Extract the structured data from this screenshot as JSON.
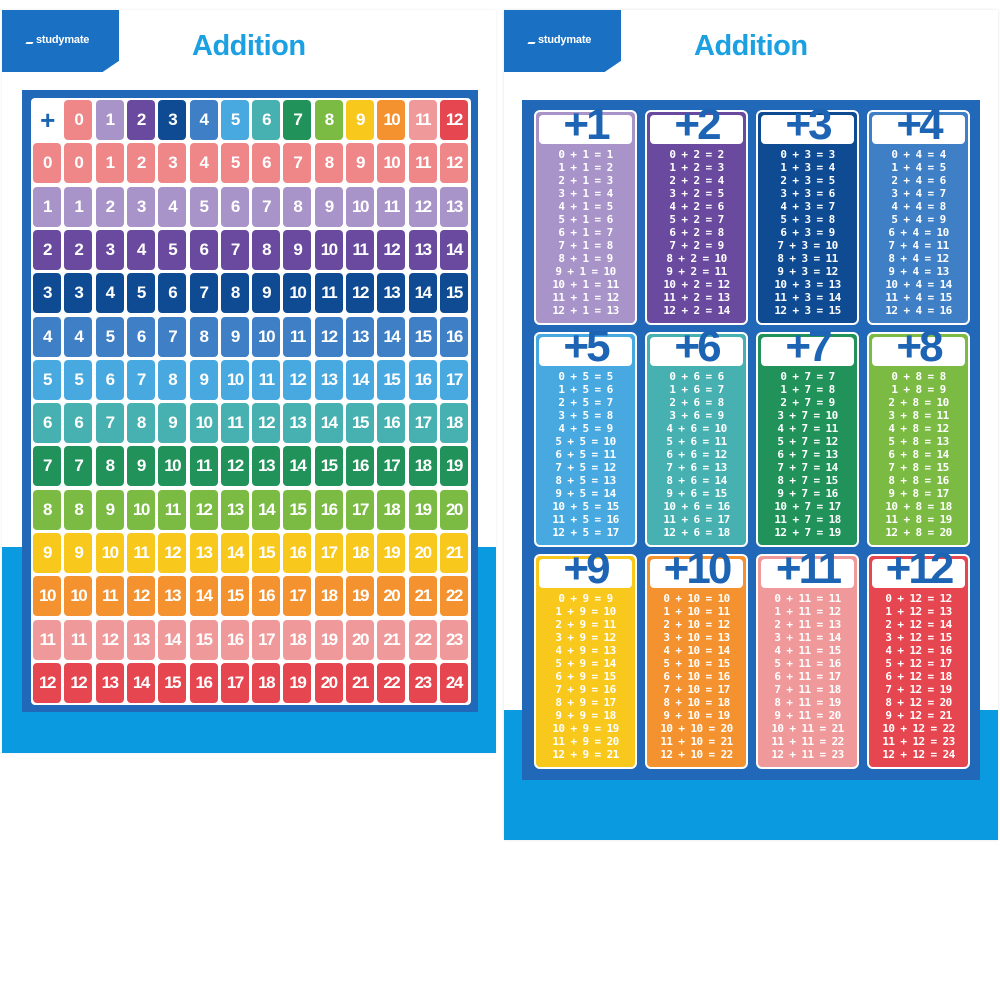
{
  "colors": [
    "#ef8789",
    "#a894c9",
    "#6a4a9f",
    "#0f4b93",
    "#3e7fc5",
    "#48a9e1",
    "#47b0b1",
    "#21935a",
    "#7bbb44",
    "#f8c81d",
    "#f3922e",
    "#ef999b",
    "#e5464f"
  ],
  "back_poster": {
    "brand": "studymate",
    "title": "Addition",
    "grid": {
      "corner": "+",
      "column_headers": [
        "0",
        "1",
        "2",
        "3",
        "4",
        "5",
        "6",
        "7",
        "8",
        "9",
        "10",
        "11",
        "12"
      ],
      "rows": [
        [
          "0",
          "0",
          "1",
          "2",
          "3",
          "4",
          "5",
          "6",
          "7",
          "8",
          "9",
          "10",
          "11",
          "12"
        ],
        [
          "1",
          "1",
          "2",
          "3",
          "4",
          "5",
          "6",
          "7",
          "8",
          "9",
          "10",
          "11",
          "12",
          "13"
        ],
        [
          "2",
          "2",
          "3",
          "4",
          "5",
          "6",
          "7",
          "8",
          "9",
          "10",
          "11",
          "12",
          "13",
          "14"
        ],
        [
          "3",
          "3",
          "4",
          "5",
          "6",
          "7",
          "8",
          "9",
          "10",
          "11",
          "12",
          "13",
          "14",
          "15"
        ],
        [
          "4",
          "4",
          "5",
          "6",
          "7",
          "8",
          "9",
          "10",
          "11",
          "12",
          "13",
          "14",
          "15",
          "16"
        ],
        [
          "5",
          "5",
          "6",
          "7",
          "8",
          "9",
          "10",
          "11",
          "12",
          "13",
          "14",
          "15",
          "16",
          "17"
        ],
        [
          "6",
          "6",
          "7",
          "8",
          "9",
          "10",
          "11",
          "12",
          "13",
          "14",
          "15",
          "16",
          "17",
          "18"
        ],
        [
          "7",
          "7",
          "8",
          "9",
          "10",
          "11",
          "12",
          "13",
          "14",
          "15",
          "16",
          "17",
          "18",
          "19"
        ],
        [
          "8",
          "8",
          "9",
          "10",
          "11",
          "12",
          "13",
          "14",
          "15",
          "16",
          "17",
          "18",
          "19",
          "20"
        ],
        [
          "9",
          "9",
          "10",
          "11",
          "12",
          "13",
          "14",
          "15",
          "16",
          "17",
          "18",
          "19",
          "20",
          "21"
        ],
        [
          "10",
          "10",
          "11",
          "12",
          "13",
          "14",
          "15",
          "16",
          "17",
          "18",
          "19",
          "20",
          "21",
          "22"
        ],
        [
          "11",
          "11",
          "12",
          "13",
          "14",
          "15",
          "16",
          "17",
          "18",
          "19",
          "20",
          "21",
          "22",
          "23"
        ],
        [
          "12",
          "12",
          "13",
          "14",
          "15",
          "16",
          "17",
          "18",
          "19",
          "20",
          "21",
          "22",
          "23",
          "24"
        ]
      ]
    }
  },
  "front_poster": {
    "brand": "studymate",
    "title": "Addition",
    "cards": [
      {
        "heading": "+1",
        "lines": [
          "0 + 1 = 1",
          "1 + 1 = 2",
          "2 + 1 = 3",
          "3 + 1 = 4",
          "4 + 1 = 5",
          "5 + 1 = 6",
          "6 + 1 = 7",
          "7 + 1 = 8",
          "8 + 1 = 9",
          "9 + 1 = 10",
          "10 + 1 = 11",
          "11 + 1 = 12",
          "12 + 1 = 13"
        ]
      },
      {
        "heading": "+2",
        "lines": [
          "0 + 2 = 2",
          "1 + 2 = 3",
          "2 + 2 = 4",
          "3 + 2 = 5",
          "4 + 2 = 6",
          "5 + 2 = 7",
          "6 + 2 = 8",
          "7 + 2 = 9",
          "8 + 2 = 10",
          "9 + 2 = 11",
          "10 + 2 = 12",
          "11 + 2 = 13",
          "12 + 2 = 14"
        ]
      },
      {
        "heading": "+3",
        "lines": [
          "0 + 3 = 3",
          "1 + 3 = 4",
          "2 + 3 = 5",
          "3 + 3 = 6",
          "4 + 3 = 7",
          "5 + 3 = 8",
          "6 + 3 = 9",
          "7 + 3 = 10",
          "8 + 3 = 11",
          "9 + 3 = 12",
          "10 + 3 = 13",
          "11 + 3 = 14",
          "12 + 3 = 15"
        ]
      },
      {
        "heading": "+4",
        "lines": [
          "0 + 4 = 4",
          "1 + 4 = 5",
          "2 + 4 = 6",
          "3 + 4 = 7",
          "4 + 4 = 8",
          "5 + 4 = 9",
          "6 + 4 = 10",
          "7 + 4 = 11",
          "8 + 4 = 12",
          "9 + 4 = 13",
          "10 + 4 = 14",
          "11 + 4 = 15",
          "12 + 4 = 16"
        ]
      },
      {
        "heading": "+5",
        "lines": [
          "0 + 5 = 5",
          "1 + 5 = 6",
          "2 + 5 = 7",
          "3 + 5 = 8",
          "4 + 5 = 9",
          "5 + 5 = 10",
          "6 + 5 = 11",
          "7 + 5 = 12",
          "8 + 5 = 13",
          "9 + 5 = 14",
          "10 + 5 = 15",
          "11 + 5 = 16",
          "12 + 5 = 17"
        ]
      },
      {
        "heading": "+6",
        "lines": [
          "0 + 6 = 6",
          "1 + 6 = 7",
          "2 + 6 = 8",
          "3 + 6 = 9",
          "4 + 6 = 10",
          "5 + 6 = 11",
          "6 + 6 = 12",
          "7 + 6 = 13",
          "8 + 6 = 14",
          "9 + 6 = 15",
          "10 + 6 = 16",
          "11 + 6 = 17",
          "12 + 6 = 18"
        ]
      },
      {
        "heading": "+7",
        "lines": [
          "0 + 7 = 7",
          "1 + 7 = 8",
          "2 + 7 = 9",
          "3 + 7 = 10",
          "4 + 7 = 11",
          "5 + 7 = 12",
          "6 + 7 = 13",
          "7 + 7 = 14",
          "8 + 7 = 15",
          "9 + 7 = 16",
          "10 + 7 = 17",
          "11 + 7 = 18",
          "12 + 7 = 19"
        ]
      },
      {
        "heading": "+8",
        "lines": [
          "0 + 8 = 8",
          "1 + 8 = 9",
          "2 + 8 = 10",
          "3 + 8 = 11",
          "4 + 8 = 12",
          "5 + 8 = 13",
          "6 + 8 = 14",
          "7 + 8 = 15",
          "8 + 8 = 16",
          "9 + 8 = 17",
          "10 + 8 = 18",
          "11 + 8 = 19",
          "12 + 8 = 20"
        ]
      },
      {
        "heading": "+9",
        "lines": [
          "0 + 9 = 9",
          "1 + 9 = 10",
          "2 + 9 = 11",
          "3 + 9 = 12",
          "4 + 9 = 13",
          "5 + 9 = 14",
          "6 + 9 = 15",
          "7 + 9 = 16",
          "8 + 9 = 17",
          "9 + 9 = 18",
          "10 + 9 = 19",
          "11 + 9 = 20",
          "12 + 9 = 21"
        ]
      },
      {
        "heading": "+10",
        "lines": [
          "0 + 10 = 10",
          "1 + 10 = 11",
          "2 + 10 = 12",
          "3 + 10 = 13",
          "4 + 10 = 14",
          "5 + 10 = 15",
          "6 + 10 = 16",
          "7 + 10 = 17",
          "8 + 10 = 18",
          "9 + 10 = 19",
          "10 + 10 = 20",
          "11 + 10 = 21",
          "12 + 10 = 22"
        ]
      },
      {
        "heading": "+11",
        "lines": [
          "0 + 11 = 11",
          "1 + 11 = 12",
          "2 + 11 = 13",
          "3 + 11 = 14",
          "4 + 11 = 15",
          "5 + 11 = 16",
          "6 + 11 = 17",
          "7 + 11 = 18",
          "8 + 11 = 19",
          "9 + 11 = 20",
          "10 + 11 = 21",
          "11 + 11 = 22",
          "12 + 11 = 23"
        ]
      },
      {
        "heading": "+12",
        "lines": [
          "0 + 12 = 12",
          "1 + 12 = 13",
          "2 + 12 = 14",
          "3 + 12 = 15",
          "4 + 12 = 16",
          "5 + 12 = 17",
          "6 + 12 = 18",
          "7 + 12 = 19",
          "8 + 12 = 20",
          "9 + 12 = 21",
          "10 + 12 = 22",
          "11 + 12 = 23",
          "12 + 12 = 24"
        ]
      }
    ]
  }
}
